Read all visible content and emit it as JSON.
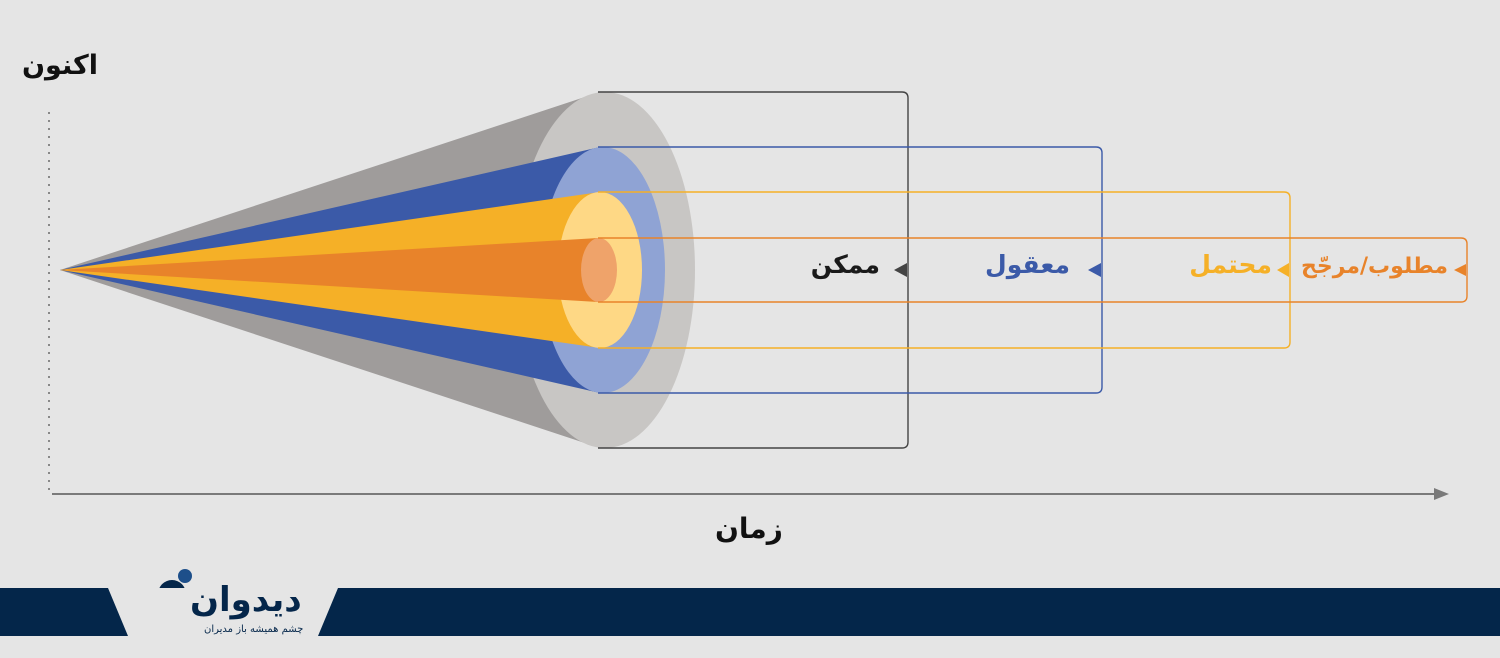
{
  "axis": {
    "now_label": "اکنون",
    "time_label": "زمان"
  },
  "cones": [
    {
      "id": "possible",
      "label": "ممکن",
      "color": "#9f9c9b",
      "face_color": "#c8c6c4",
      "frame_color": "#444444"
    },
    {
      "id": "plausible",
      "label": "معقول",
      "color": "#3b5aa8",
      "face_color": "#8fa3d4",
      "frame_color": "#3b5aa8"
    },
    {
      "id": "probable",
      "label": "محتمل",
      "color": "#f5b027",
      "face_color": "#fed885",
      "frame_color": "#f5b027"
    },
    {
      "id": "preferable",
      "label": "مطلوب/مرجّح",
      "color": "#e8832a",
      "face_color": "#efa36a",
      "frame_color": "#e8832a"
    }
  ],
  "brand": {
    "name": "دیدوان",
    "tagline": "چشم همیشه باز مدیران",
    "color": "#04264a",
    "dot_color": "#1d4f8a"
  }
}
